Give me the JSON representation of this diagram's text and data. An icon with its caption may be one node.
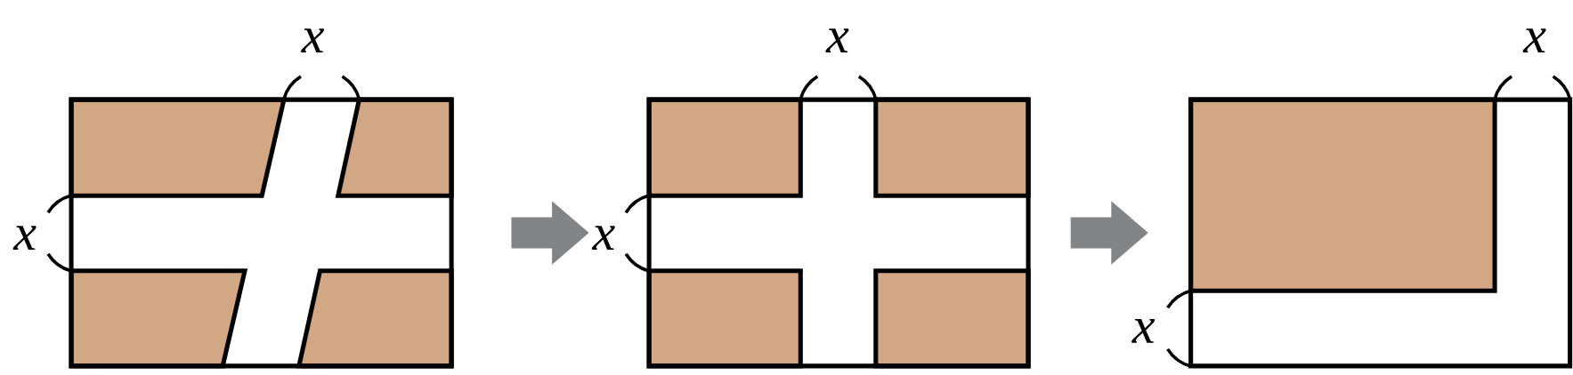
{
  "diagram": {
    "nodes": [
      {
        "text": [],
        "shape": "box"
      },
      {
        "text": [],
        "shape": "box"
      },
      {
        "text": [],
        "shape": "box"
      }
    ],
    "edges": [
      {
        "from": 0,
        "to": 1,
        "arrow": "to"
      },
      {
        "from": 1,
        "to": 2,
        "arrow": "to"
      }
    ],
    "labels": [
      "x",
      "x",
      "x",
      "x",
      "x",
      "x"
    ]
  }
}
